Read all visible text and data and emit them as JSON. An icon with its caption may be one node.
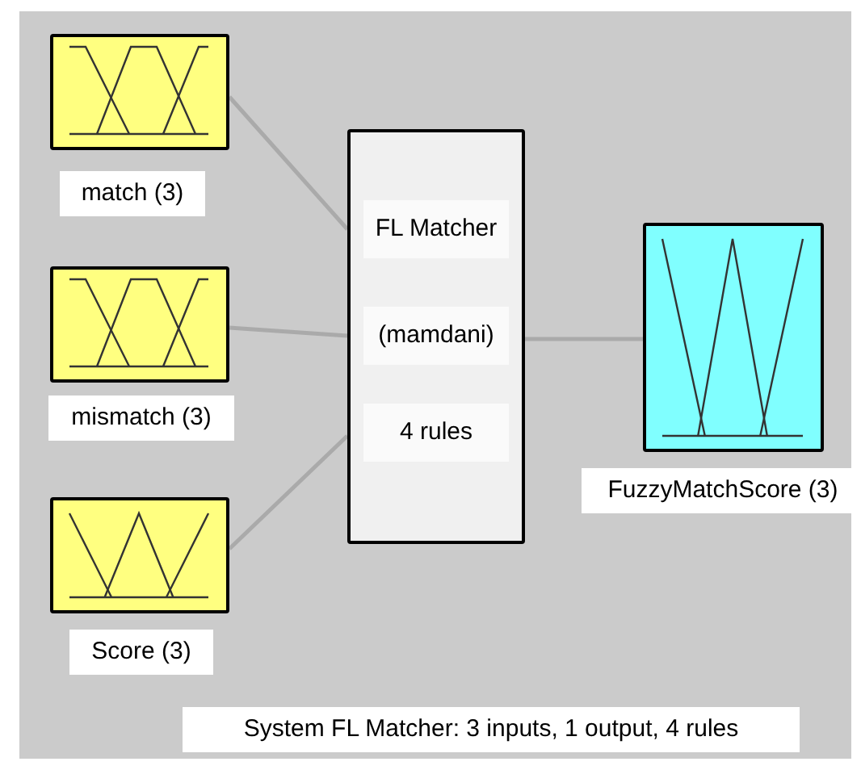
{
  "diagram": {
    "caption": "System FL Matcher: 3 inputs, 1 output, 4 rules",
    "nodes": [
      {
        "text": [
          "match (3)"
        ]
      },
      {
        "text": [
          "mismatch (3)"
        ]
      },
      {
        "text": [
          "Score (3)"
        ]
      },
      {
        "text": [
          "FL Matcher",
          "(mamdani)",
          "4 rules"
        ]
      },
      {
        "text": [
          "FuzzyMatchScore (3)"
        ]
      }
    ],
    "edges": [
      {
        "from": 0,
        "to": 3,
        "arrow": "none"
      },
      {
        "from": 1,
        "to": 3,
        "arrow": "none"
      },
      {
        "from": 2,
        "to": 3,
        "arrow": "none"
      },
      {
        "from": 3,
        "to": 4,
        "arrow": "none"
      }
    ]
  }
}
